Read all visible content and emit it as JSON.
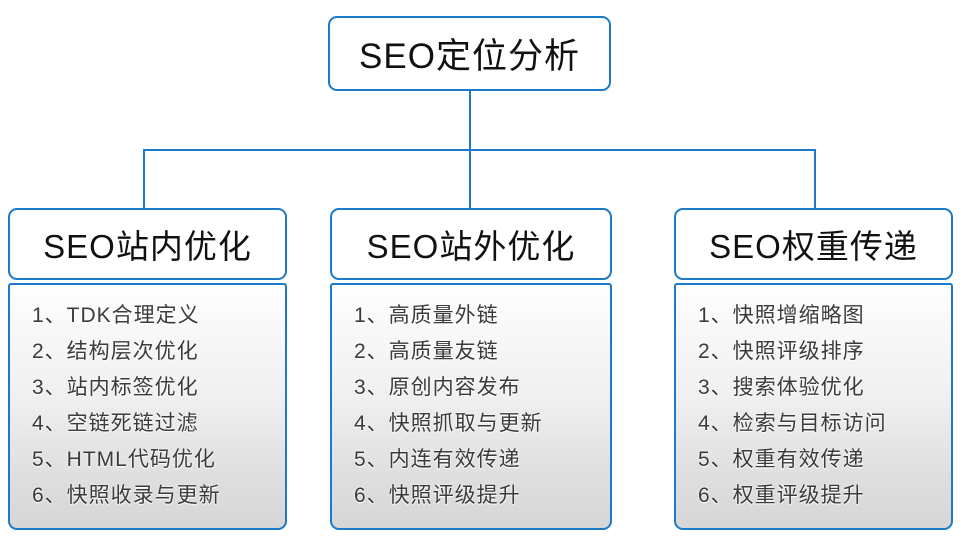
{
  "diagram": {
    "root": {
      "label": "SEO定位分析"
    },
    "columns": [
      {
        "header": "SEO站内优化",
        "items": [
          "1、TDK合理定义",
          "2、结构层次优化",
          "3、站内标签优化",
          "4、空链死链过滤",
          "5、HTML代码优化",
          "6、快照收录与更新"
        ]
      },
      {
        "header": "SEO站外优化",
        "items": [
          "1、高质量外链",
          "2、高质量友链",
          "3、原创内容发布",
          "4、快照抓取与更新",
          "5、内连有效传递",
          "6、快照评级提升"
        ]
      },
      {
        "header": "SEO权重传递",
        "items": [
          "1、快照增缩略图",
          "2、快照评级排序",
          "3、搜索体验优化",
          "4、检索与目标访问",
          "5、权重有效传递",
          "6、权重评级提升"
        ]
      }
    ],
    "colors": {
      "accent": "#1b7ac9",
      "header_text": "#111111",
      "item_text": "#3b3b3b",
      "panel_gradient_top": "#fefefe",
      "panel_gradient_bottom": "#d6d6d6"
    }
  }
}
